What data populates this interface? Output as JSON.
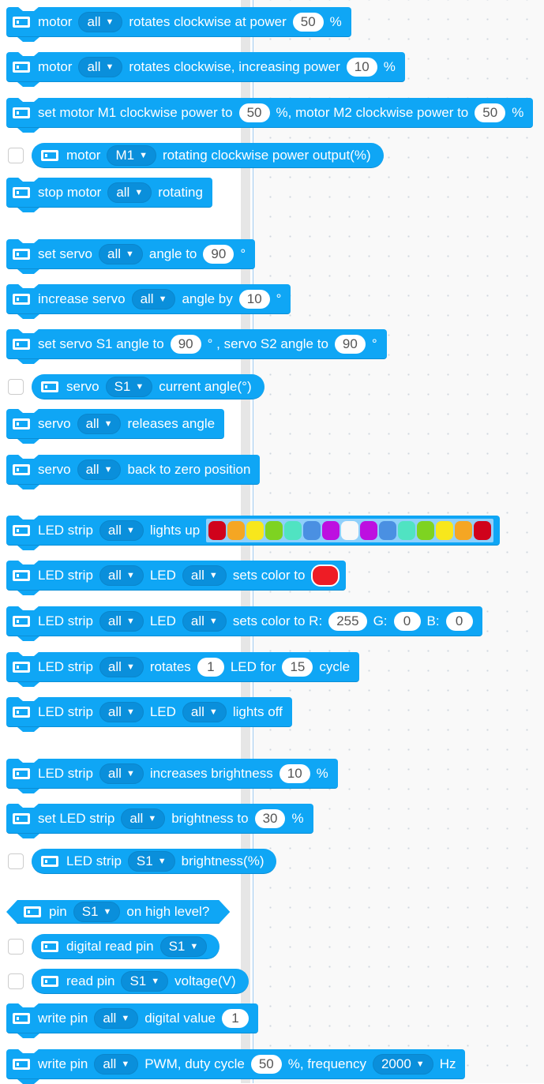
{
  "blocks": [
    {
      "shape": "stack",
      "parts": [
        {
          "t": "text",
          "v": "motor"
        },
        {
          "t": "dd",
          "v": "all"
        },
        {
          "t": "text",
          "v": "rotates clockwise at power"
        },
        {
          "t": "num",
          "v": "50"
        },
        {
          "t": "text",
          "v": "%"
        }
      ]
    },
    {
      "shape": "stack",
      "parts": [
        {
          "t": "text",
          "v": "motor"
        },
        {
          "t": "dd",
          "v": "all"
        },
        {
          "t": "text",
          "v": "rotates clockwise, increasing power"
        },
        {
          "t": "num",
          "v": "10"
        },
        {
          "t": "text",
          "v": "%"
        }
      ]
    },
    {
      "shape": "stack",
      "parts": [
        {
          "t": "text",
          "v": "set motor M1 clockwise power to"
        },
        {
          "t": "num",
          "v": "50"
        },
        {
          "t": "text",
          "v": "%, motor M2 clockwise power to"
        },
        {
          "t": "num",
          "v": "50"
        },
        {
          "t": "text",
          "v": "%"
        }
      ]
    },
    {
      "shape": "reporter",
      "parts": [
        {
          "t": "text",
          "v": "motor"
        },
        {
          "t": "dd",
          "v": "M1"
        },
        {
          "t": "text",
          "v": "rotating clockwise power output(%)"
        }
      ]
    },
    {
      "shape": "stack",
      "parts": [
        {
          "t": "text",
          "v": "stop motor"
        },
        {
          "t": "dd",
          "v": "all"
        },
        {
          "t": "text",
          "v": "rotating"
        }
      ]
    },
    {
      "shape": "stack",
      "parts": [
        {
          "t": "text",
          "v": "set servo"
        },
        {
          "t": "dd",
          "v": "all"
        },
        {
          "t": "text",
          "v": "angle to"
        },
        {
          "t": "num",
          "v": "90"
        },
        {
          "t": "text",
          "v": "°"
        }
      ]
    },
    {
      "shape": "stack",
      "parts": [
        {
          "t": "text",
          "v": "increase servo"
        },
        {
          "t": "dd",
          "v": "all"
        },
        {
          "t": "text",
          "v": "angle by"
        },
        {
          "t": "num",
          "v": "10"
        },
        {
          "t": "text",
          "v": "°"
        }
      ]
    },
    {
      "shape": "stack",
      "parts": [
        {
          "t": "text",
          "v": "set servo S1 angle to"
        },
        {
          "t": "num",
          "v": "90"
        },
        {
          "t": "text",
          "v": "° , servo S2 angle to"
        },
        {
          "t": "num",
          "v": "90"
        },
        {
          "t": "text",
          "v": "°"
        }
      ]
    },
    {
      "shape": "reporter",
      "parts": [
        {
          "t": "text",
          "v": "servo"
        },
        {
          "t": "dd",
          "v": "S1"
        },
        {
          "t": "text",
          "v": "current angle(°)"
        }
      ]
    },
    {
      "shape": "stack",
      "parts": [
        {
          "t": "text",
          "v": "servo"
        },
        {
          "t": "dd",
          "v": "all"
        },
        {
          "t": "text",
          "v": "releases angle"
        }
      ]
    },
    {
      "shape": "stack",
      "parts": [
        {
          "t": "text",
          "v": "servo"
        },
        {
          "t": "dd",
          "v": "all"
        },
        {
          "t": "text",
          "v": "back to zero position"
        }
      ]
    },
    {
      "shape": "stack",
      "parts": [
        {
          "t": "text",
          "v": "LED strip"
        },
        {
          "t": "dd",
          "v": "all"
        },
        {
          "t": "text",
          "v": "lights up"
        },
        {
          "t": "colors",
          "v": [
            "#d0021b",
            "#f5a623",
            "#f8e71c",
            "#7ed321",
            "#50e3c2",
            "#4a90e2",
            "#bd10e0",
            "#f8f8f8",
            "#bd10e0",
            "#4a90e2",
            "#50e3c2",
            "#7ed321",
            "#f8e71c",
            "#f5a623",
            "#d0021b"
          ]
        }
      ]
    },
    {
      "shape": "stack",
      "parts": [
        {
          "t": "text",
          "v": "LED strip"
        },
        {
          "t": "dd",
          "v": "all"
        },
        {
          "t": "text",
          "v": "LED"
        },
        {
          "t": "dd",
          "v": "all"
        },
        {
          "t": "text",
          "v": "sets color to"
        },
        {
          "t": "color",
          "v": "#ee1c25"
        }
      ]
    },
    {
      "shape": "stack",
      "parts": [
        {
          "t": "text",
          "v": "LED strip"
        },
        {
          "t": "dd",
          "v": "all"
        },
        {
          "t": "text",
          "v": "LED"
        },
        {
          "t": "dd",
          "v": "all"
        },
        {
          "t": "text",
          "v": "sets color to R:"
        },
        {
          "t": "num",
          "v": "255"
        },
        {
          "t": "text",
          "v": "G:"
        },
        {
          "t": "num",
          "v": "0"
        },
        {
          "t": "text",
          "v": "B:"
        },
        {
          "t": "num",
          "v": "0"
        }
      ]
    },
    {
      "shape": "stack",
      "parts": [
        {
          "t": "text",
          "v": "LED strip"
        },
        {
          "t": "dd",
          "v": "all"
        },
        {
          "t": "text",
          "v": "rotates"
        },
        {
          "t": "num",
          "v": "1"
        },
        {
          "t": "text",
          "v": "LED for"
        },
        {
          "t": "num",
          "v": "15"
        },
        {
          "t": "text",
          "v": "cycle"
        }
      ]
    },
    {
      "shape": "stack",
      "parts": [
        {
          "t": "text",
          "v": "LED strip"
        },
        {
          "t": "dd",
          "v": "all"
        },
        {
          "t": "text",
          "v": "LED"
        },
        {
          "t": "dd",
          "v": "all"
        },
        {
          "t": "text",
          "v": "lights off"
        }
      ]
    },
    {
      "shape": "stack",
      "parts": [
        {
          "t": "text",
          "v": "LED strip"
        },
        {
          "t": "dd",
          "v": "all"
        },
        {
          "t": "text",
          "v": "increases brightness"
        },
        {
          "t": "num",
          "v": "10"
        },
        {
          "t": "text",
          "v": "%"
        }
      ]
    },
    {
      "shape": "stack",
      "parts": [
        {
          "t": "text",
          "v": "set LED strip"
        },
        {
          "t": "dd",
          "v": "all"
        },
        {
          "t": "text",
          "v": "brightness to"
        },
        {
          "t": "num",
          "v": "30"
        },
        {
          "t": "text",
          "v": "%"
        }
      ]
    },
    {
      "shape": "reporter",
      "parts": [
        {
          "t": "text",
          "v": "LED strip"
        },
        {
          "t": "dd",
          "v": "S1"
        },
        {
          "t": "text",
          "v": "brightness(%)"
        }
      ]
    },
    {
      "shape": "boolean",
      "parts": [
        {
          "t": "text",
          "v": "pin"
        },
        {
          "t": "dd",
          "v": "S1"
        },
        {
          "t": "text",
          "v": "on high level?"
        }
      ]
    },
    {
      "shape": "reporter",
      "parts": [
        {
          "t": "text",
          "v": "digital read pin"
        },
        {
          "t": "dd",
          "v": "S1"
        }
      ]
    },
    {
      "shape": "reporter",
      "parts": [
        {
          "t": "text",
          "v": "read pin"
        },
        {
          "t": "dd",
          "v": "S1"
        },
        {
          "t": "text",
          "v": "voltage(V)"
        }
      ]
    },
    {
      "shape": "stack",
      "parts": [
        {
          "t": "text",
          "v": "write pin"
        },
        {
          "t": "dd",
          "v": "all"
        },
        {
          "t": "text",
          "v": "digital value"
        },
        {
          "t": "num",
          "v": "1"
        }
      ]
    },
    {
      "shape": "stack",
      "parts": [
        {
          "t": "text",
          "v": "write pin"
        },
        {
          "t": "dd",
          "v": "all"
        },
        {
          "t": "text",
          "v": "PWM, duty cycle"
        },
        {
          "t": "num",
          "v": "50"
        },
        {
          "t": "text",
          "v": "%, frequency"
        },
        {
          "t": "dd",
          "v": "2000"
        },
        {
          "t": "text",
          "v": "Hz"
        }
      ]
    }
  ]
}
